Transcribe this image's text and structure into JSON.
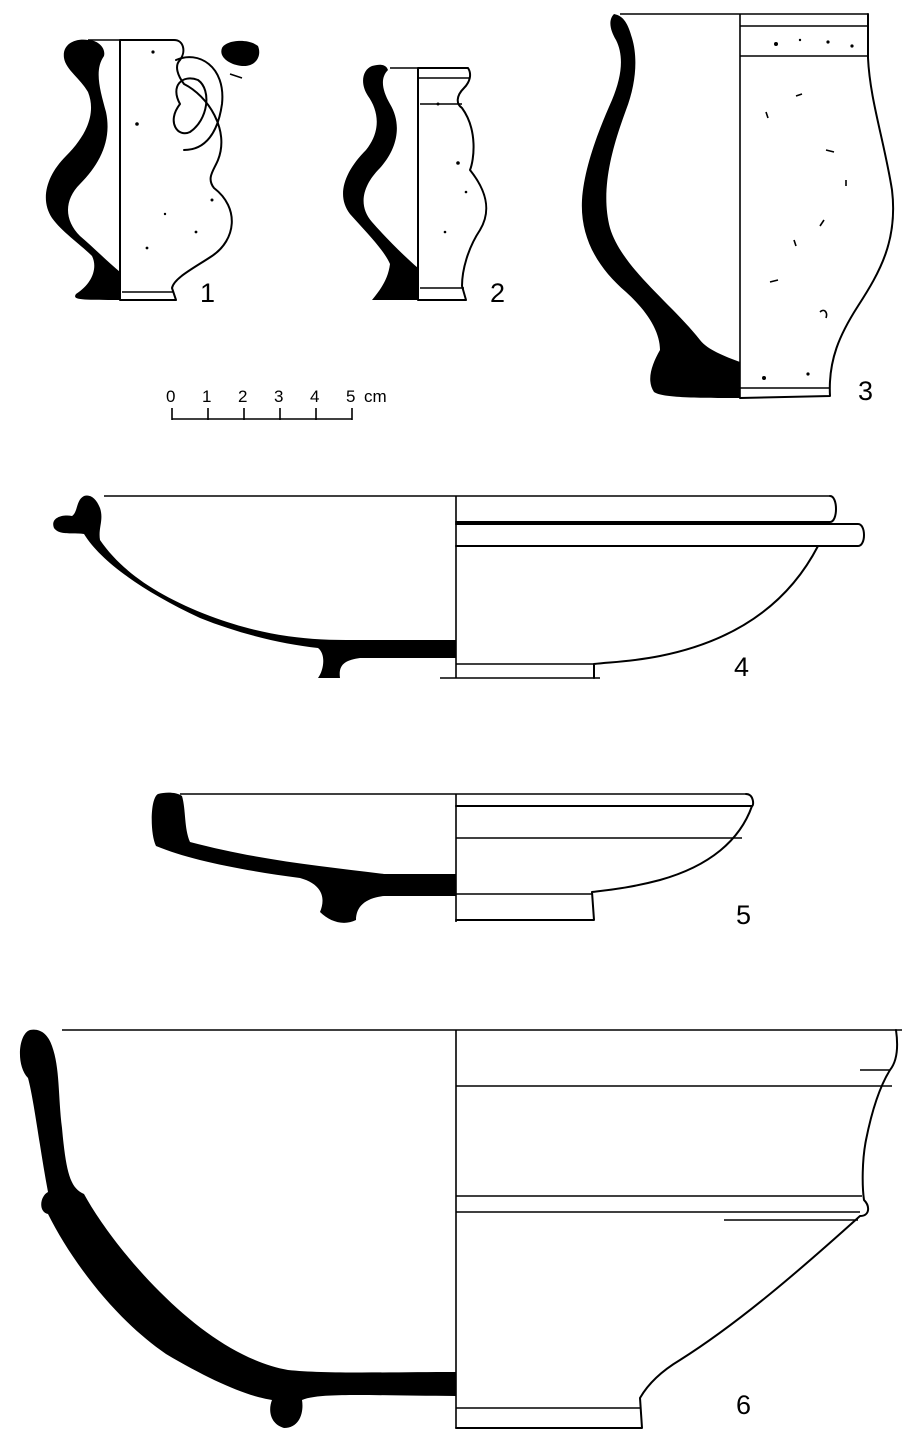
{
  "figures": [
    {
      "number": "1"
    },
    {
      "number": "2"
    },
    {
      "number": "3"
    },
    {
      "number": "4"
    },
    {
      "number": "5"
    },
    {
      "number": "6"
    }
  ],
  "scale_bar": {
    "ticks": [
      "0",
      "1",
      "2",
      "3",
      "4",
      "5"
    ],
    "unit": "cm"
  },
  "colors": {
    "ink": "#000000",
    "paper": "#ffffff"
  }
}
